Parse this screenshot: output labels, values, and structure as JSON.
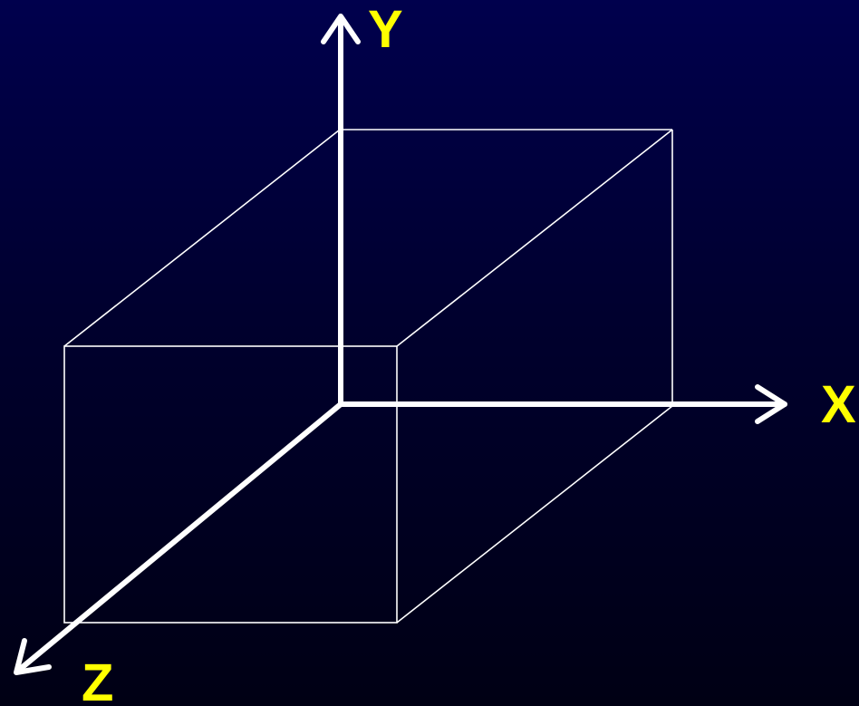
{
  "axes": {
    "x_label": "X",
    "y_label": "Y",
    "z_label": "Z"
  },
  "colors": {
    "background_top": "#00004d",
    "background_bottom": "#000014",
    "axis_stroke": "#ffffff",
    "box_stroke": "#ffffff",
    "label_color": "#ffff00"
  }
}
